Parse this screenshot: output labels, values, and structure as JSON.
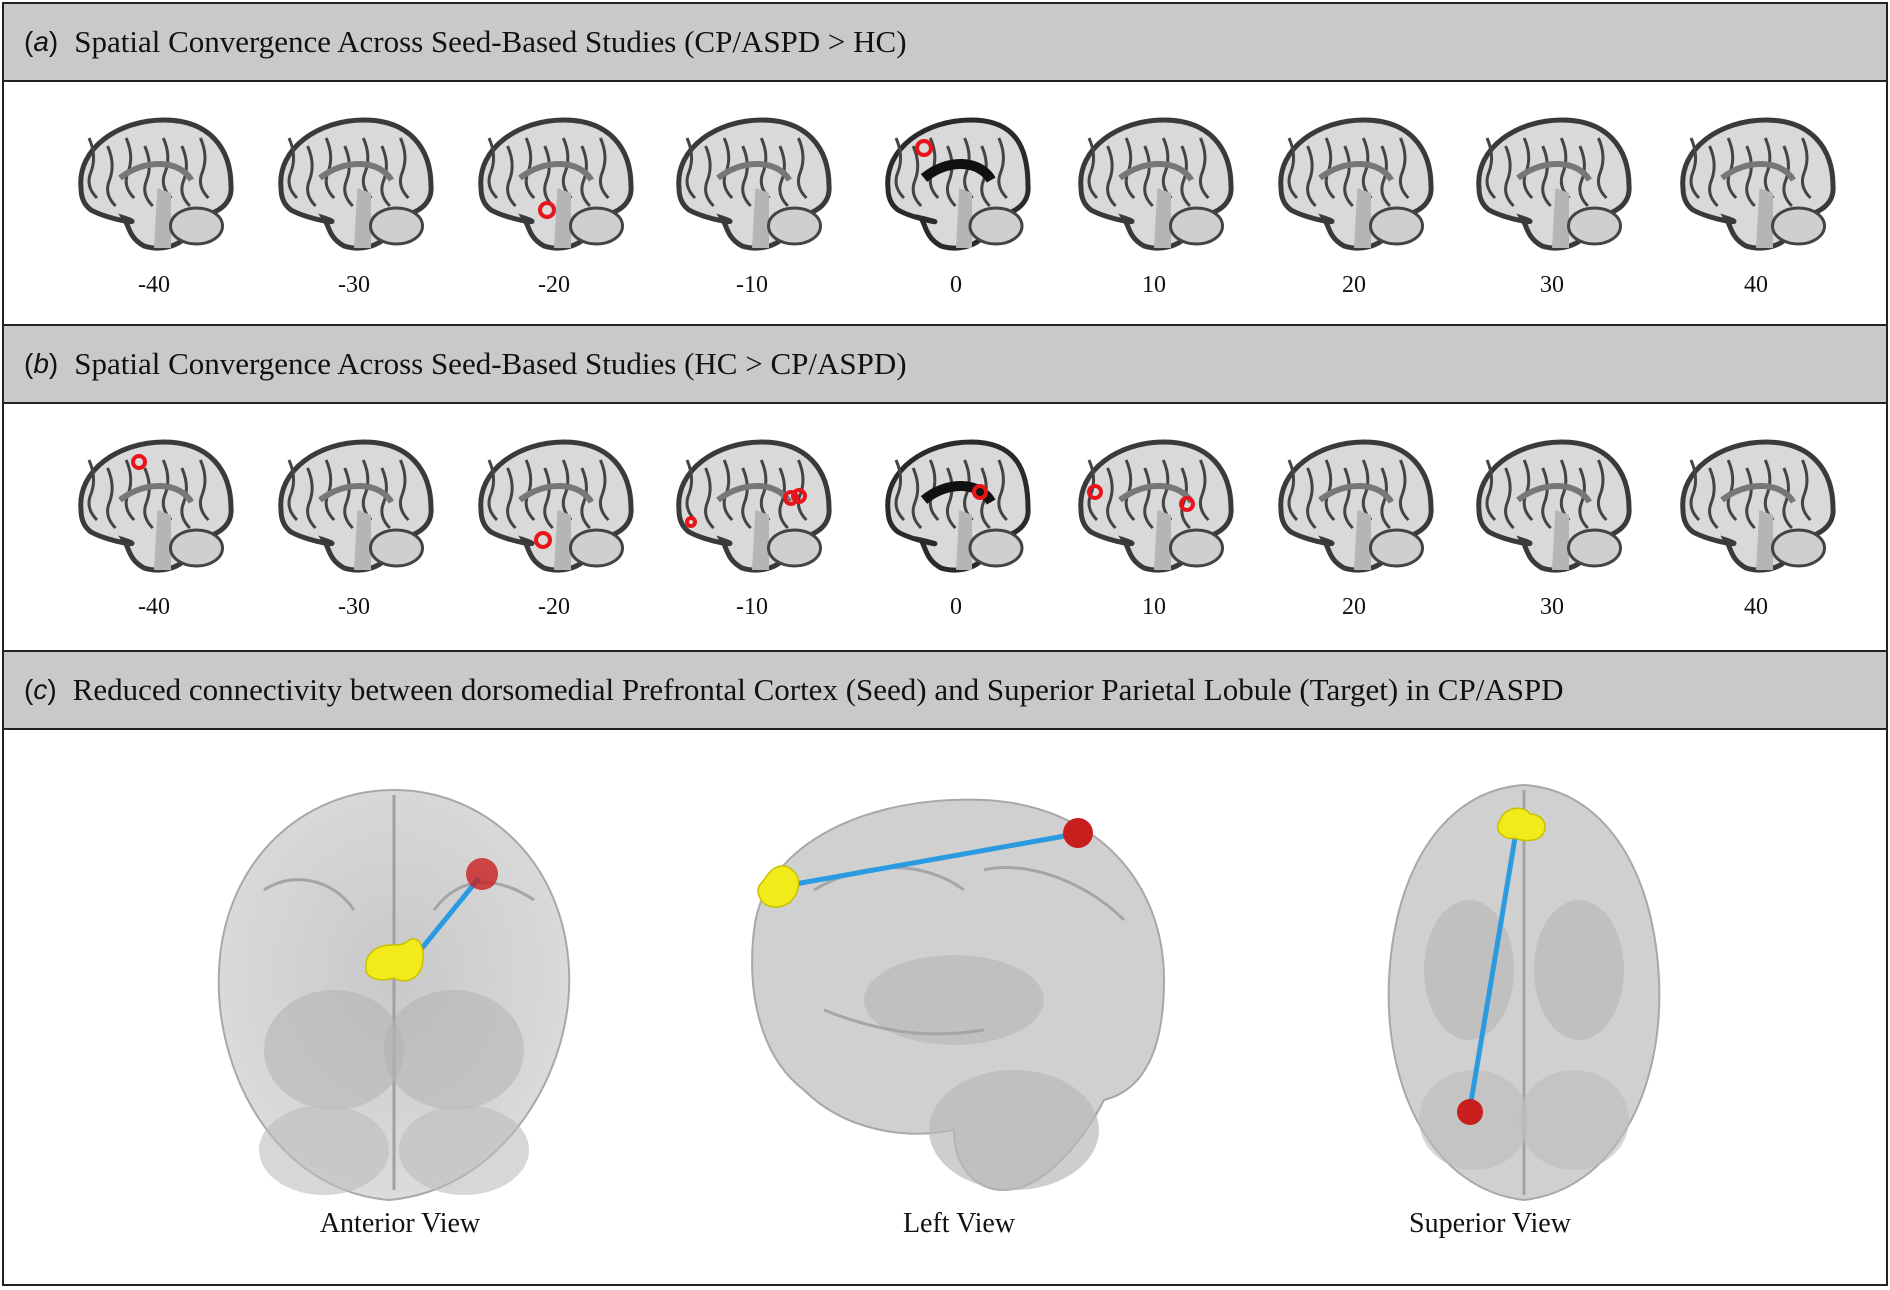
{
  "panels": {
    "a": {
      "letter": "a",
      "title": "Spatial Convergence Across Seed-Based Studies (CP/ASPD > HC)",
      "slices": [
        "-40",
        "-30",
        "-20",
        "-10",
        "0",
        "10",
        "20",
        "30",
        "40"
      ]
    },
    "b": {
      "letter": "b",
      "title": "Spatial Convergence Across Seed-Based Studies (HC > CP/ASPD)",
      "slices": [
        "-40",
        "-30",
        "-20",
        "-10",
        "0",
        "10",
        "20",
        "30",
        "40"
      ]
    },
    "c": {
      "letter": "c",
      "title": "Reduced connectivity between dorsomedial Prefrontal Cortex (Seed) and Superior Parietal Lobule (Target) in CP/ASPD",
      "views": [
        "Anterior View",
        "Left View",
        "Superior View"
      ]
    }
  },
  "colors": {
    "header_bg": "#c9c9c9",
    "cluster": "#e8141a",
    "seed_node": "#f2ea1b",
    "target_node": "#c81e1e",
    "edge": "#2a9be0"
  }
}
